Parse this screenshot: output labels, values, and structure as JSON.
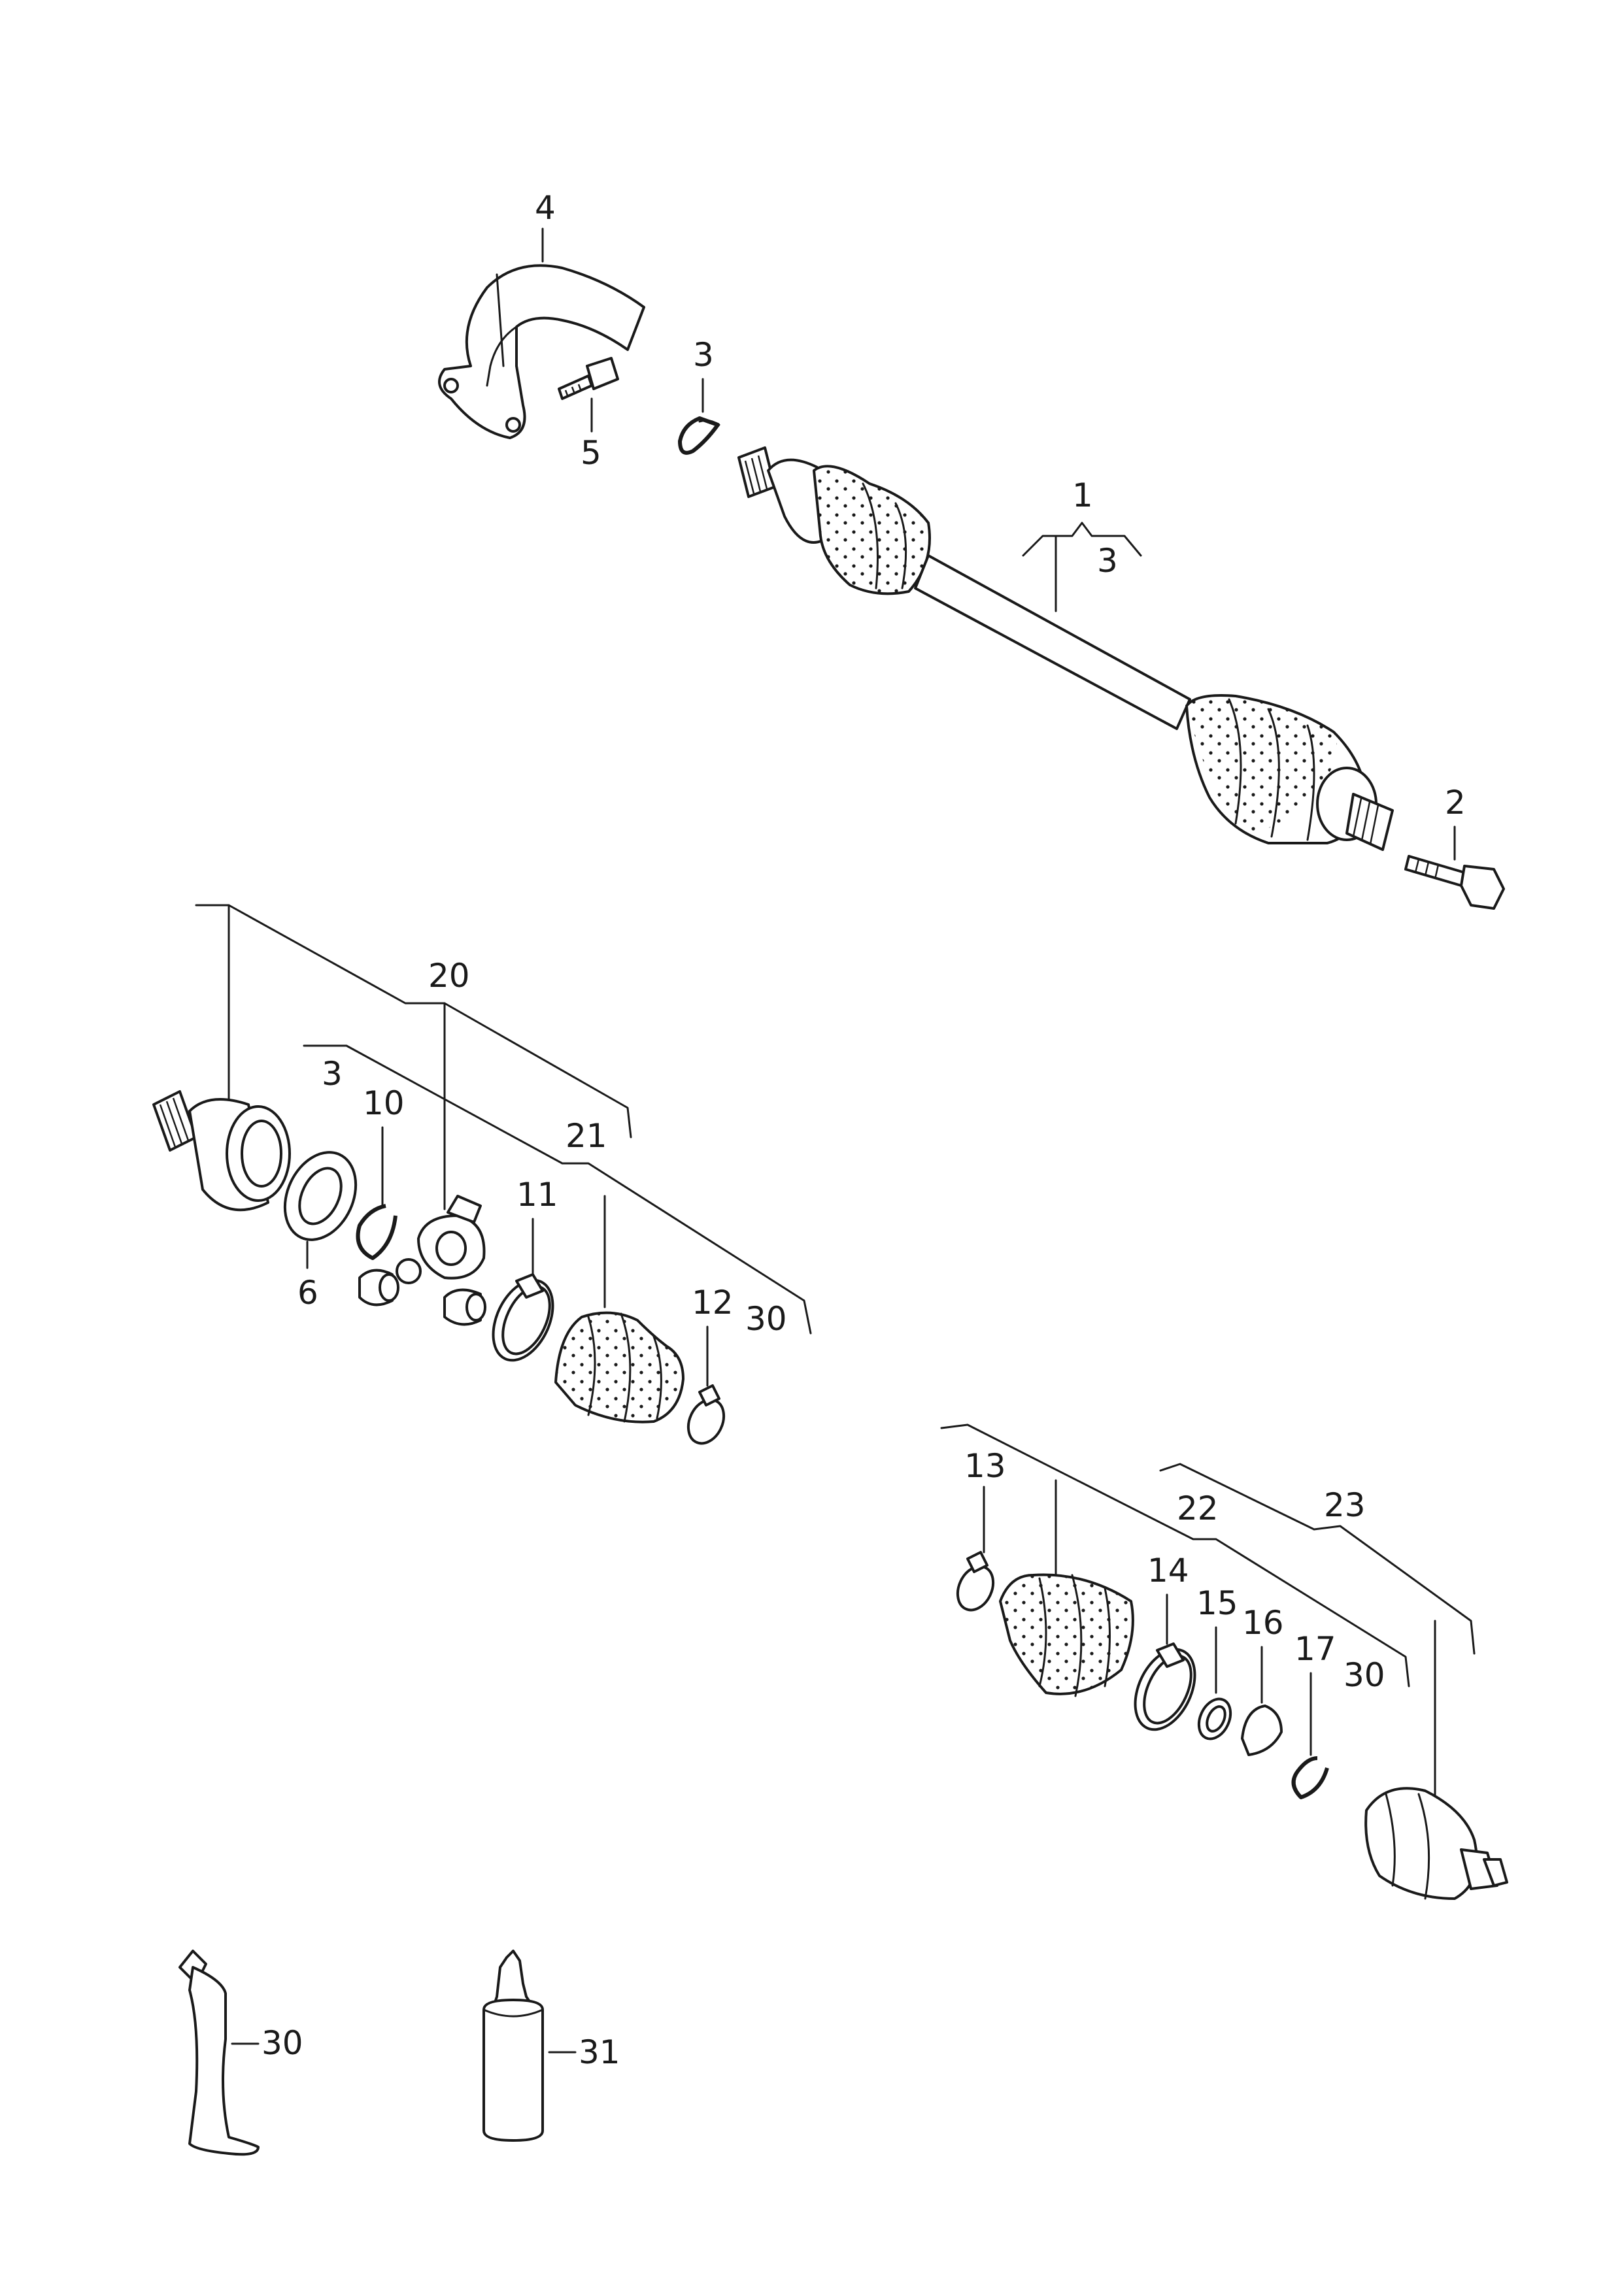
{
  "callouts": {
    "c1": "1",
    "c3_shaft": "3",
    "c2": "2",
    "c3_circlip": "3",
    "c4": "4",
    "c5": "5",
    "c20": "20",
    "c3_inner": "3",
    "c10": "10",
    "c21": "21",
    "c11": "11",
    "c6": "6",
    "c12": "12",
    "c30_inner": "30",
    "c13": "13",
    "c22": "22",
    "c23": "23",
    "c14": "14",
    "c15": "15",
    "c16": "16",
    "c17": "17",
    "c30_outer": "30",
    "c30_tube": "30",
    "c31_bottle": "31"
  }
}
